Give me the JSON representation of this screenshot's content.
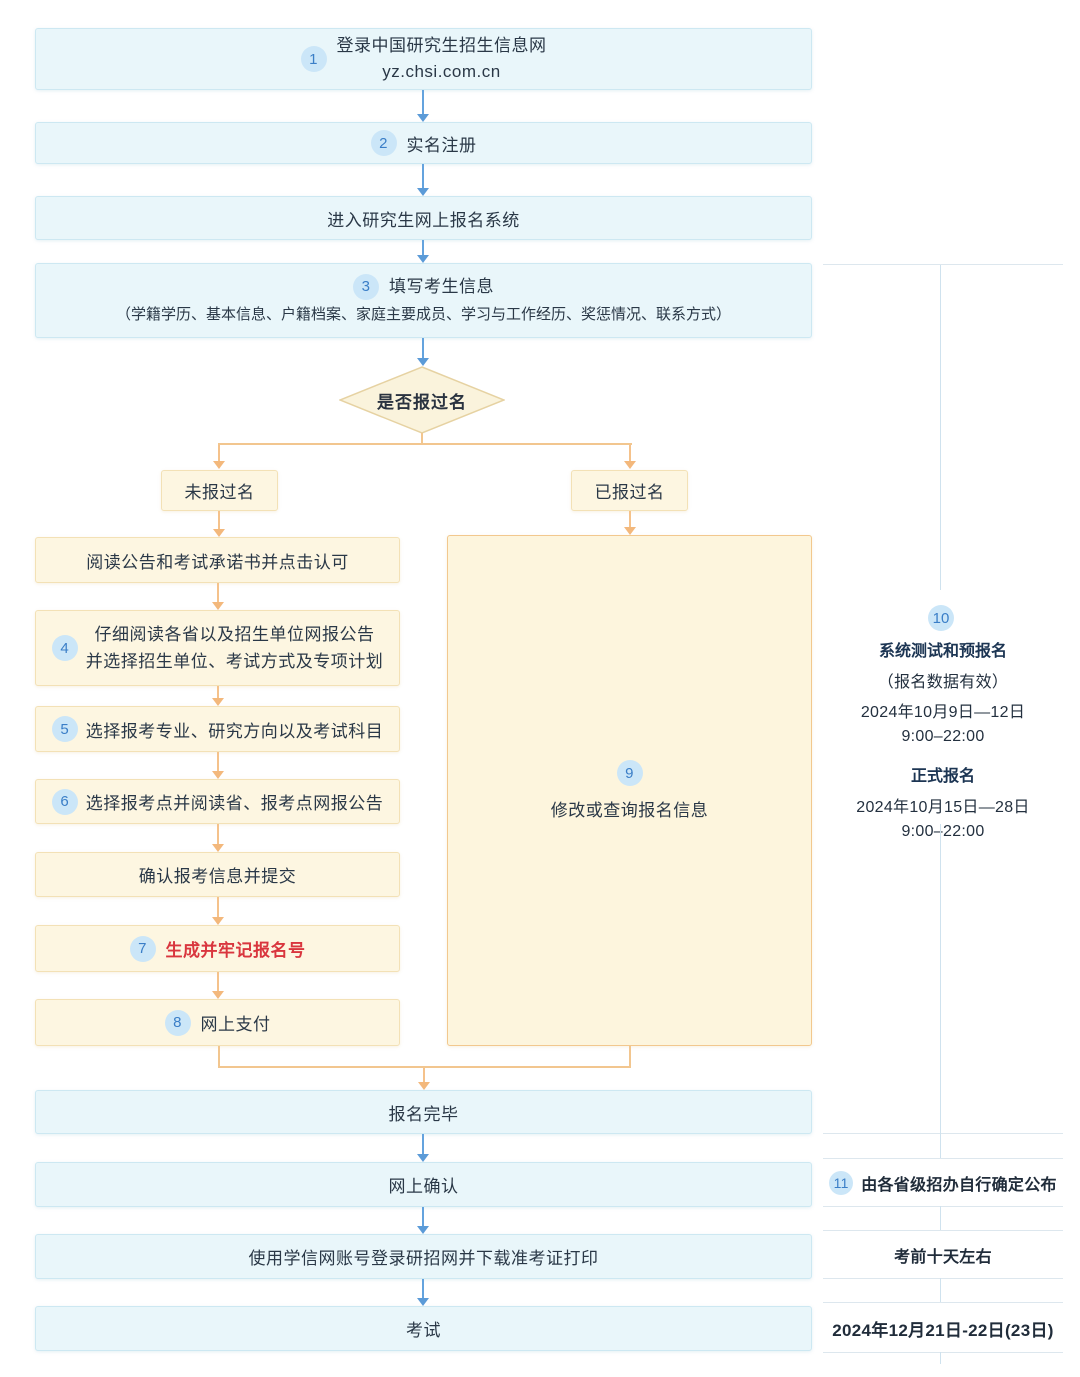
{
  "colors": {
    "box_blue_bg": "#e9f6fa",
    "box_blue_border": "#cde8f2",
    "box_yellow_bg": "#fdf6e1",
    "box_yellow_border": "#f3e1b6",
    "big_box_border": "#f2c88e",
    "arrow_blue": "#5b9bd8",
    "arrow_orange": "#f3b87c",
    "badge_bg": "#cbe6f8",
    "badge_text": "#3a7ec7",
    "highlight_red": "#d9363e"
  },
  "flow": {
    "step1": {
      "badge": "1",
      "line1": "登录中国研究生招生信息网",
      "line2": "yz.chsi.com.cn"
    },
    "step2": {
      "badge": "2",
      "label": "实名注册"
    },
    "step_enter": {
      "label": "进入研究生网上报名系统"
    },
    "step3": {
      "badge": "3",
      "label": "填写考生信息",
      "detail": "（学籍学历、基本信息、户籍档案、家庭主要成员、学习与工作经历、奖惩情况、联系方式）"
    },
    "decision": {
      "label": "是否报过名"
    },
    "branch_no": {
      "label": "未报过名"
    },
    "branch_yes": {
      "label": "已报过名"
    },
    "read_notice": {
      "label": "阅读公告和考试承诺书并点击认可"
    },
    "step4": {
      "badge": "4",
      "line1": "仔细阅读各省以及招生单位网报公告",
      "line2": "并选择招生单位、考试方式及专项计划"
    },
    "step5": {
      "badge": "5",
      "label": "选择报考专业、研究方向以及考试科目"
    },
    "step6": {
      "badge": "6",
      "label": "选择报考点并阅读省、报考点网报公告"
    },
    "confirm_submit": {
      "label": "确认报考信息并提交"
    },
    "step7": {
      "badge": "7",
      "label": "生成并牢记报名号"
    },
    "step8": {
      "badge": "8",
      "label": "网上支付"
    },
    "step9": {
      "badge": "9",
      "label": "修改或查询报名信息"
    },
    "done": {
      "label": "报名完毕"
    },
    "online_confirm": {
      "label": "网上确认"
    },
    "download_ticket": {
      "label": "使用学信网账号登录研招网并下载准考证打印"
    },
    "exam": {
      "label": "考试"
    }
  },
  "sidebar": {
    "step10": {
      "badge": "10",
      "title1": "系统测试和预报名",
      "note": "（报名数据有效）",
      "date1": "2024年10月9日—12日",
      "time1": "9:00–22:00",
      "title2": "正式报名",
      "date2": "2024年10月15日—28日",
      "time2": "9:00–22:00"
    },
    "step11": {
      "badge": "11",
      "label": "由各省级招办自行确定公布"
    },
    "before_exam": {
      "label": "考前十天左右"
    },
    "exam_date": {
      "label": "2024年12月21日-22日(23日)"
    }
  }
}
